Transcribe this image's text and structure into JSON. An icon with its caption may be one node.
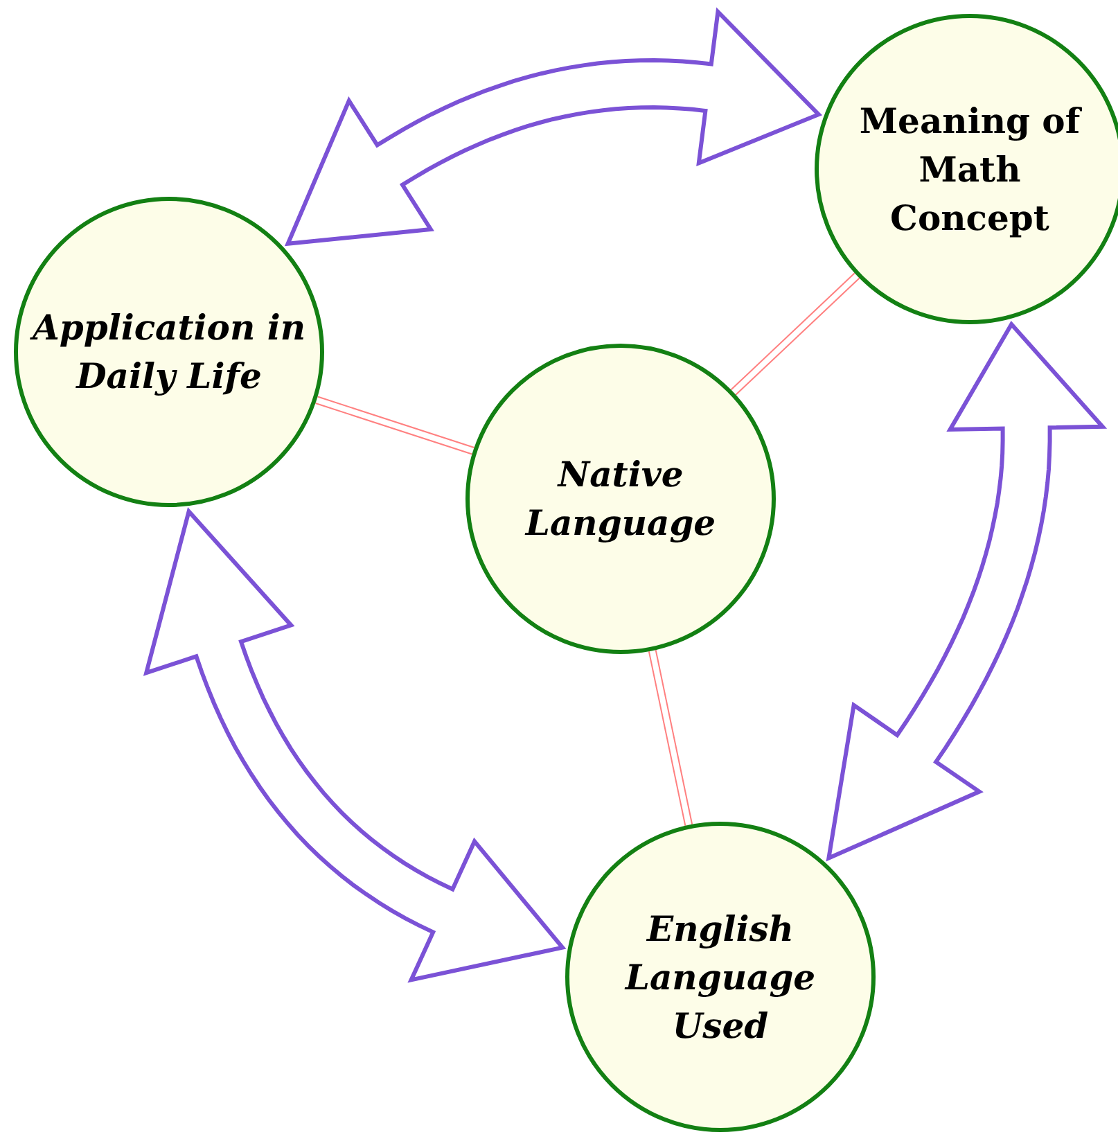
{
  "diagram": {
    "nodes": [
      {
        "text": [
          "Meaning of Math Concept"
        ]
      },
      {
        "text": [
          "Application in Daily Life"
        ]
      },
      {
        "text": [
          "Native Language"
        ]
      },
      {
        "text": [
          "English Language Used"
        ]
      }
    ],
    "edges": [
      {
        "from": 1,
        "to": 0,
        "arrow": "both",
        "style": "thick",
        "color": "#7b52d6"
      },
      {
        "from": 0,
        "to": 3,
        "arrow": "both",
        "style": "thick",
        "color": "#7b52d6"
      },
      {
        "from": 3,
        "to": 1,
        "arrow": "both",
        "style": "thick",
        "color": "#7b52d6"
      },
      {
        "from": 2,
        "to": 0,
        "arrow": "none",
        "color": "#ff8080"
      },
      {
        "from": 2,
        "to": 1,
        "arrow": "none",
        "color": "#ff8080"
      },
      {
        "from": 2,
        "to": 3,
        "arrow": "none",
        "color": "#ff8080"
      }
    ]
  }
}
